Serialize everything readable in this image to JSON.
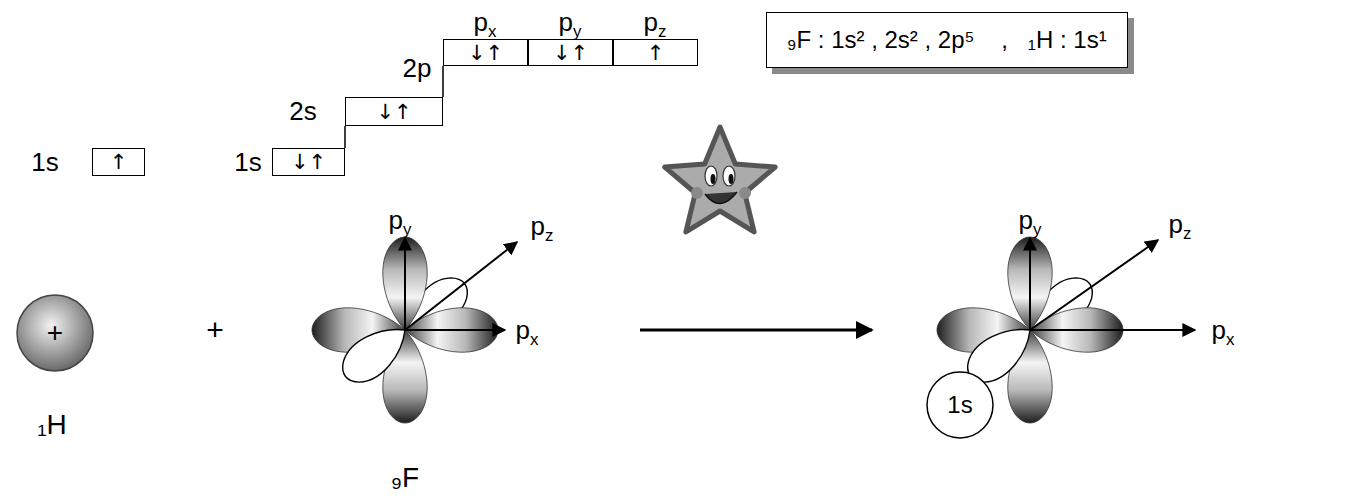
{
  "diagram": {
    "nodes": [
      {
        "text": [
          "↑"
        ]
      },
      {
        "text": [
          "↓↑"
        ]
      },
      {
        "text": [
          "↓↑"
        ]
      },
      {
        "text": [
          "↓↑"
        ]
      },
      {
        "text": [
          "↓↑"
        ]
      },
      {
        "text": [
          "↑"
        ]
      },
      {
        "text": [
          "₉F : 1s² , 2s² , 2p⁵    ,   ₁H : 1s¹"
        ]
      },
      {
        "text": [
          "+"
        ]
      },
      {
        "text": [
          "1s"
        ]
      }
    ],
    "labels": [
      "1s",
      "1s",
      "2s",
      "2p",
      "px",
      "py",
      "pz",
      "+",
      "₁H",
      "py",
      "pz",
      "px",
      "₉F",
      "py",
      "pz",
      "px"
    ]
  }
}
